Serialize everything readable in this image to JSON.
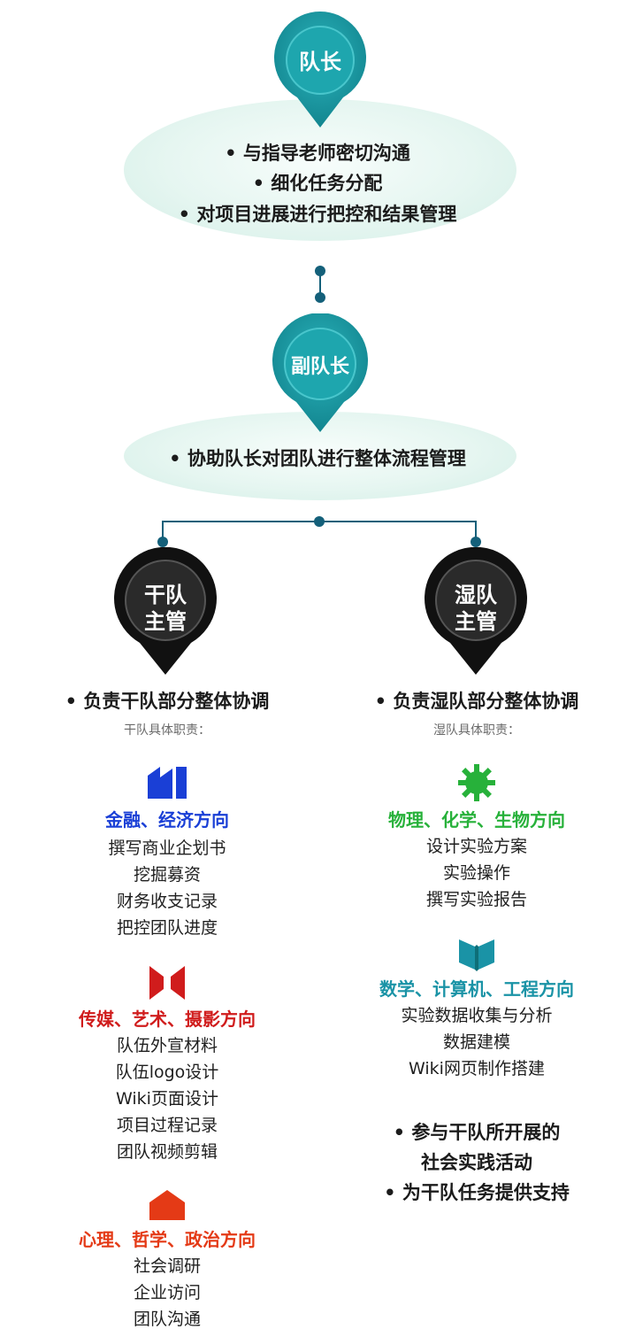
{
  "captain": {
    "label": "队长",
    "duties": [
      "• 与指导老师密切沟通",
      "• 细化任务分配",
      "• 对项目进展进行把控和结果管理"
    ]
  },
  "vice_captain": {
    "label": "副队长",
    "duties": [
      "• 协助队长对团队进行整体流程管理"
    ]
  },
  "dry": {
    "label_line1": "干队",
    "label_line2": "主管",
    "duty": "• 负责干队部分整体协调",
    "note": "干队具体职责：",
    "groups": [
      {
        "icon": "factory-icon",
        "color": "#1a3fd6",
        "title": "金融、经济方向",
        "items": [
          "撰写商业企划书",
          "挖掘募资",
          "财务收支记录",
          "把控团队进度"
        ]
      },
      {
        "icon": "bowtie-icon",
        "color": "#d01c1c",
        "title": "传媒、艺术、摄影方向",
        "items": [
          "队伍外宣材料",
          "队伍logo设计",
          "Wiki页面设计",
          "项目过程记录",
          "团队视频剪辑"
        ]
      },
      {
        "icon": "house-icon",
        "color": "#e43a16",
        "title": "心理、哲学、政治方向",
        "items": [
          "社会调研",
          "企业访问",
          "团队沟通"
        ]
      }
    ]
  },
  "wet": {
    "label_line1": "湿队",
    "label_line2": "主管",
    "duty": "• 负责湿队部分整体协调",
    "note": "湿队具体职责：",
    "groups": [
      {
        "icon": "gear-icon",
        "color": "#27b13a",
        "title": "物理、化学、生物方向",
        "items": [
          "设计实验方案",
          "实验操作",
          "撰写实验报告"
        ]
      },
      {
        "icon": "book-icon",
        "color": "#1a93a6",
        "title": "数学、计算机、工程方向",
        "items": [
          "实验数据收集与分析",
          "数据建模",
          "Wiki网页制作搭建"
        ]
      }
    ],
    "extra": [
      "• 参与干队所开展的",
      "社会实践活动",
      "• 为干队任务提供支持"
    ]
  },
  "colors": {
    "teal": "#1a99a2",
    "teal_dark": "#0e6f78",
    "connector": "#14607a",
    "black_pin": "#111111"
  }
}
